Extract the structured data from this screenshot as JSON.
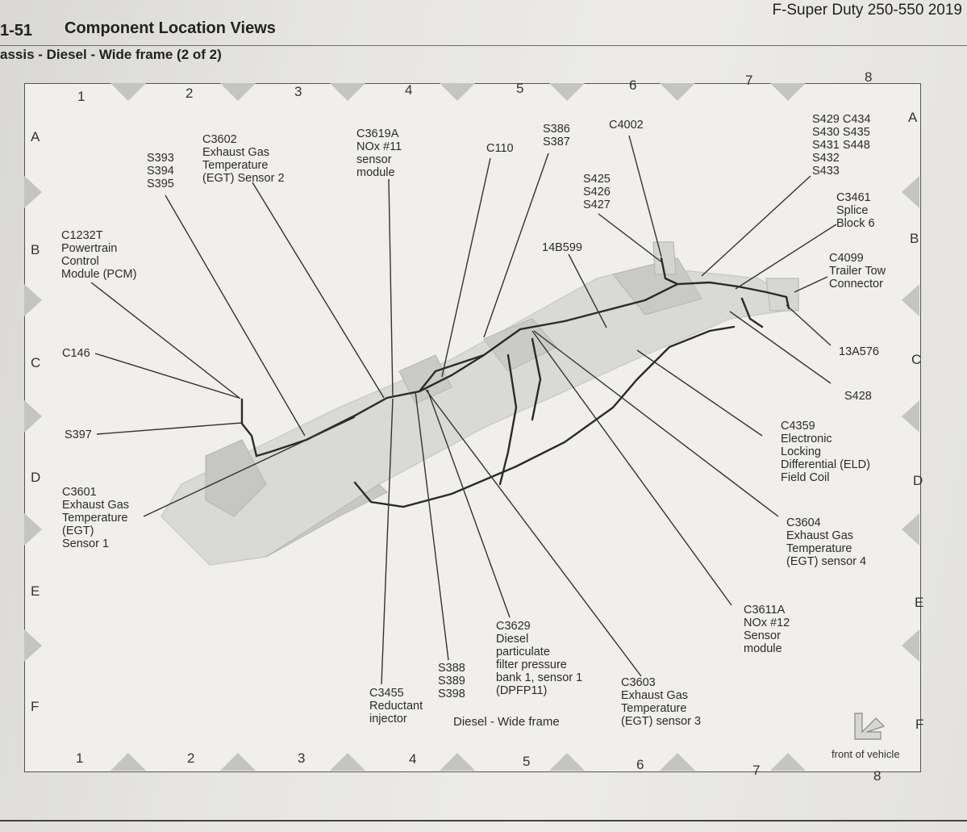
{
  "header": {
    "book_title": "F-Super Duty 250-550 2019",
    "section_number": "1-51",
    "section_title": "Component Location Views",
    "subtitle": "assis - Diesel - Wide frame (2 of 2)"
  },
  "grid": {
    "columns": [
      "1",
      "2",
      "3",
      "4",
      "5",
      "6",
      "7",
      "8"
    ],
    "rows": [
      "A",
      "B",
      "C",
      "D",
      "E",
      "F"
    ]
  },
  "callouts": {
    "c1232t": [
      "C1232T",
      "Powertrain",
      "Control",
      "Module (PCM)"
    ],
    "s393": [
      "S393",
      "S394",
      "S395"
    ],
    "c3602": [
      "C3602",
      "Exhaust Gas",
      "Temperature",
      "(EGT) Sensor 2"
    ],
    "c3619a": [
      "C3619A",
      "NOx #11",
      "sensor",
      "module"
    ],
    "c110": [
      "C110"
    ],
    "s386": [
      "S386",
      "S387"
    ],
    "c4002": [
      "C4002"
    ],
    "s425": [
      "S425",
      "S426",
      "S427"
    ],
    "s429": [
      "S429 C434",
      "S430 S435",
      "S431 S448",
      "S432",
      "S433"
    ],
    "c3461": [
      "C3461",
      "Splice",
      "Block 6"
    ],
    "c4099": [
      "C4099",
      "Trailer Tow",
      "Connector"
    ],
    "b14b599": [
      "14B599"
    ],
    "c146": [
      "C146"
    ],
    "s397": [
      "S397"
    ],
    "a13a576": [
      "13A576"
    ],
    "s428": [
      "S428"
    ],
    "c4359": [
      "C4359",
      "Electronic",
      "Locking",
      "Differential (ELD)",
      "Field Coil"
    ],
    "c3601": [
      "C3601",
      "Exhaust Gas",
      "Temperature",
      "(EGT)",
      "Sensor 1"
    ],
    "c3604": [
      "C3604",
      "Exhaust Gas",
      "Temperature",
      "(EGT) sensor 4"
    ],
    "c3611a": [
      "C3611A",
      "NOx #12",
      "Sensor",
      "module"
    ],
    "c3629": [
      "C3629",
      "Diesel",
      "particulate",
      "filter pressure",
      "bank 1, sensor 1",
      "(DPFP11)"
    ],
    "c3603": [
      "C3603",
      "Exhaust Gas",
      "Temperature",
      "(EGT) sensor 3"
    ],
    "s388": [
      "S388",
      "S389",
      "S398"
    ],
    "c3455": [
      "C3455",
      "Reductant",
      "injector"
    ]
  },
  "caption": "Diesel - Wide frame",
  "front_indicator": "front of vehicle",
  "colors": {
    "frame": "#cfcfcc",
    "harness": "#2a2a2a",
    "triangle": "#c4c4c2",
    "leader": "#333333"
  }
}
